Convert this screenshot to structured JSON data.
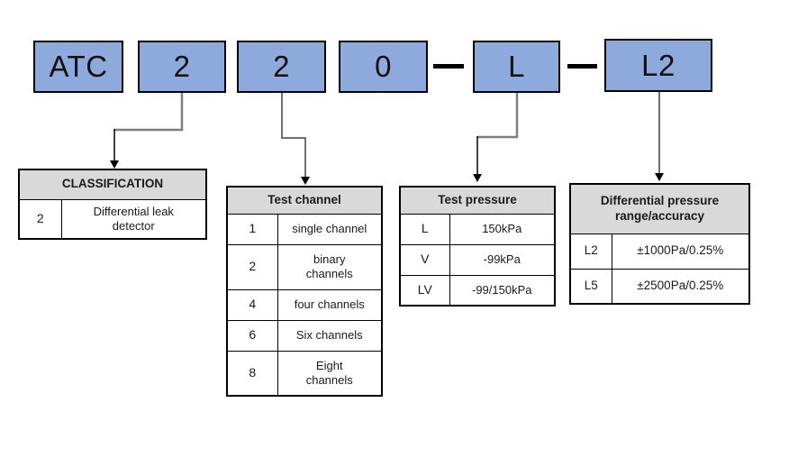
{
  "model_code": {
    "segments": [
      {
        "label": "ATC"
      },
      {
        "label": "2"
      },
      {
        "label": "2"
      },
      {
        "label": "0"
      },
      {
        "label": "L"
      },
      {
        "label": "L2"
      }
    ],
    "separator": "-"
  },
  "tables": {
    "classification": {
      "title": "CLASSIFICATION",
      "rows": [
        [
          "2",
          "Differential leak detector"
        ]
      ]
    },
    "test_channel": {
      "title": "Test channel",
      "rows": [
        [
          "1",
          "single channel"
        ],
        [
          "2",
          "binary channels"
        ],
        [
          "4",
          "four channels"
        ],
        [
          "6",
          "Six channels"
        ],
        [
          "8",
          "Eight channels"
        ]
      ]
    },
    "test_pressure": {
      "title": "Test pressure",
      "rows": [
        [
          "L",
          "150kPa"
        ],
        [
          "V",
          "-99kPa"
        ],
        [
          "LV",
          "-99/150kPa"
        ]
      ]
    },
    "diff_pressure": {
      "title": "Differential pressure range/accuracy",
      "rows": [
        [
          "L2",
          "±1000Pa/0.25%"
        ],
        [
          "L5",
          "±2500Pa/0.25%"
        ]
      ]
    }
  },
  "colors": {
    "box-fill": "#8EA9DB",
    "header-fill": "#D9D9D9",
    "border": "#000000",
    "connector-gray": "#7F7F7F",
    "connector-dark": "#404040"
  }
}
